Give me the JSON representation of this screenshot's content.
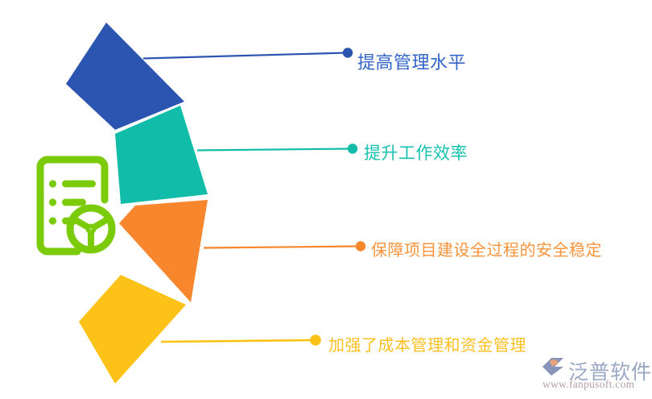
{
  "infographic": {
    "type": "four-step-quadrilateral-list",
    "title_icon": "clipboard-steering-wheel-icon",
    "icon_color": "#7BCB0A",
    "items": [
      {
        "index": 1,
        "label": "提高管理水平",
        "color": "#2B55B0",
        "text_color": "#3264c8",
        "shape": "blue-quad",
        "dot": "bullet-dot-blue"
      },
      {
        "index": 2,
        "label": "提升工作效率",
        "color": "#11BCA8",
        "text_color": "#19c2b0",
        "shape": "teal-quad",
        "dot": "bullet-dot-teal"
      },
      {
        "index": 3,
        "label": "保障项目建设全过程的安全稳定",
        "color": "#F8862C",
        "text_color": "#f9943c",
        "shape": "orange-quad",
        "dot": "bullet-dot-orange"
      },
      {
        "index": 4,
        "label": "加强了成本管理和资金管理",
        "color": "#FDC217",
        "text_color": "#fcc022",
        "shape": "yellow-quad",
        "dot": "bullet-dot-yellow"
      }
    ]
  },
  "watermark": {
    "brand": "泛普软件",
    "url": "www.fanpusoft.com",
    "brand_color": "#9aa8c4",
    "url_color": "#b3a0a6",
    "logo_color": "#8895b8",
    "accent_color": "#e8a37d"
  },
  "background": {
    "color": "#ffffff"
  }
}
